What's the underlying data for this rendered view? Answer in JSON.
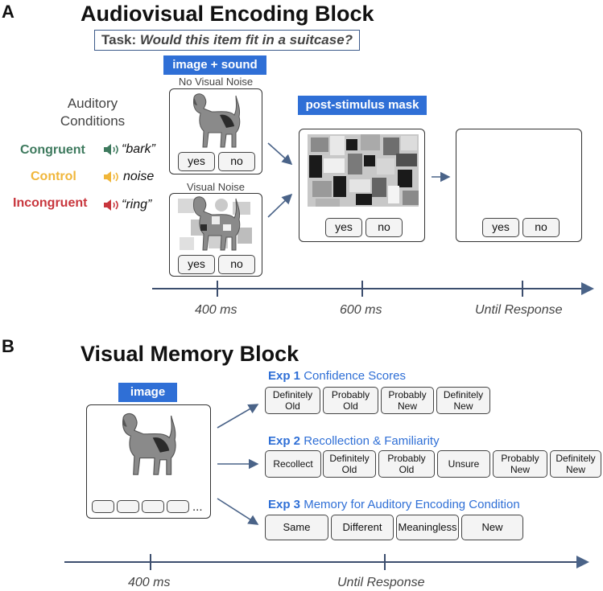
{
  "panel_a": {
    "letter": "A",
    "title": "Audiovisual Encoding Block",
    "task_label": "Task:",
    "task_question": "Would this item fit in a suitcase?",
    "image_sound_tag": "image + sound",
    "no_noise_label": "No Visual Noise",
    "noise_label": "Visual Noise",
    "mask_tag": "post-stimulus mask",
    "auditory_title_line1": "Auditory",
    "auditory_title_line2": "Conditions",
    "conditions": [
      {
        "name": "Congruent",
        "word": "“bark”",
        "color": "#3e7a5e"
      },
      {
        "name": "Control",
        "word": "noise",
        "color": "#f0b63a"
      },
      {
        "name": "Incongruent",
        "word": "“ring”",
        "color": "#c8363d"
      }
    ],
    "yes": "yes",
    "no": "no",
    "times": [
      "400 ms",
      "600 ms",
      "Until Response"
    ]
  },
  "panel_b": {
    "letter": "B",
    "title": "Visual Memory Block",
    "image_tag": "image",
    "ellipsis": "...",
    "exp1": {
      "num": "Exp 1",
      "name": "Confidence Scores",
      "options": [
        "Definitely\nOld",
        "Probably\nOld",
        "Probably\nNew",
        "Definitely\nNew"
      ]
    },
    "exp2": {
      "num": "Exp 2",
      "name": "Recollection & Familiarity",
      "options": [
        "Recollect",
        "Definitely\nOld",
        "Probably\nOld",
        "Unsure",
        "Probably\nNew",
        "Definitely\nNew"
      ]
    },
    "exp3": {
      "num": "Exp 3",
      "name": "Memory for Auditory Encoding Condition",
      "options": [
        "Same",
        "Different",
        "Meaningless",
        "New"
      ]
    },
    "times": [
      "400 ms",
      "Until Response"
    ]
  },
  "colors": {
    "accent_blue": "#2f6fd6",
    "axis": "#3c4e6e",
    "arrow": "#4a6388"
  }
}
